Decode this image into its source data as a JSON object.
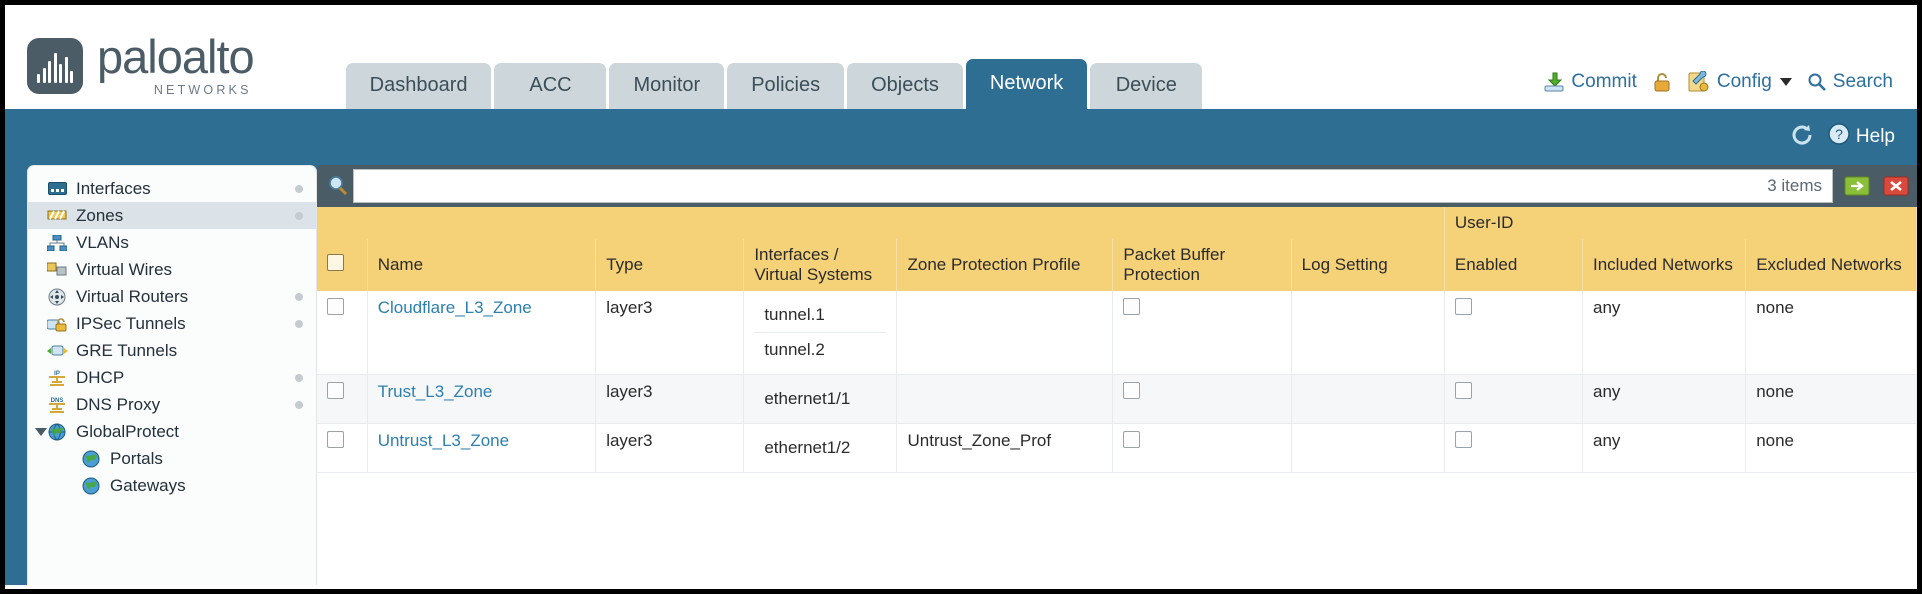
{
  "brand": {
    "name": "paloalto",
    "tagline": "NETWORKS",
    "registered": "®"
  },
  "tabs": [
    {
      "label": "Dashboard",
      "active": false
    },
    {
      "label": "ACC",
      "active": false
    },
    {
      "label": "Monitor",
      "active": false
    },
    {
      "label": "Policies",
      "active": false
    },
    {
      "label": "Objects",
      "active": false
    },
    {
      "label": "Network",
      "active": true
    },
    {
      "label": "Device",
      "active": false
    }
  ],
  "top_actions": [
    {
      "label": "Commit",
      "icon": "commit-icon"
    },
    {
      "label": "",
      "icon": "lock-icon"
    },
    {
      "label": "Config",
      "icon": "config-icon",
      "has_caret": true
    },
    {
      "label": "Search",
      "icon": "search-icon"
    }
  ],
  "blueband": {
    "refresh_icon": "refresh-icon",
    "help_label": "Help",
    "help_icon": "help-icon"
  },
  "sidebar": {
    "items": [
      {
        "label": "Interfaces",
        "icon": "interfaces-icon",
        "selected": false,
        "dot": true,
        "child": false
      },
      {
        "label": "Zones",
        "icon": "zones-icon",
        "selected": true,
        "dot": true,
        "child": false
      },
      {
        "label": "VLANs",
        "icon": "vlans-icon",
        "selected": false,
        "dot": false,
        "child": false
      },
      {
        "label": "Virtual Wires",
        "icon": "virtual-wires-icon",
        "selected": false,
        "dot": false,
        "child": false
      },
      {
        "label": "Virtual Routers",
        "icon": "virtual-routers-icon",
        "selected": false,
        "dot": true,
        "child": false
      },
      {
        "label": "IPSec Tunnels",
        "icon": "ipsec-tunnels-icon",
        "selected": false,
        "dot": true,
        "child": false
      },
      {
        "label": "GRE Tunnels",
        "icon": "gre-tunnels-icon",
        "selected": false,
        "dot": false,
        "child": false
      },
      {
        "label": "DHCP",
        "icon": "dhcp-icon",
        "selected": false,
        "dot": true,
        "child": false
      },
      {
        "label": "DNS Proxy",
        "icon": "dns-proxy-icon",
        "selected": false,
        "dot": true,
        "child": false
      },
      {
        "label": "GlobalProtect",
        "icon": "globalprotect-icon",
        "selected": false,
        "dot": false,
        "child": false,
        "expander": true
      },
      {
        "label": "Portals",
        "icon": "portals-icon",
        "selected": false,
        "dot": false,
        "child": true
      },
      {
        "label": "Gateways",
        "icon": "gateways-icon",
        "selected": false,
        "dot": false,
        "child": true
      }
    ]
  },
  "search": {
    "value": "",
    "placeholder": "",
    "item_count": "3 items",
    "icon": "search-magnifier-icon",
    "apply_icon": "apply-arrow-icon",
    "clear_icon": "clear-x-icon"
  },
  "table": {
    "group_header": {
      "label": "User-ID",
      "span": 3
    },
    "columns": [
      {
        "key": "checkbox",
        "label": ""
      },
      {
        "key": "name",
        "label": "Name"
      },
      {
        "key": "type",
        "label": "Type"
      },
      {
        "key": "interfaces",
        "label": "Interfaces / Virtual Systems"
      },
      {
        "key": "zone_protection",
        "label": "Zone Protection Profile"
      },
      {
        "key": "packet_buffer",
        "label": "Packet Buffer Protection"
      },
      {
        "key": "log_setting",
        "label": "Log Setting"
      },
      {
        "key": "userid_enabled",
        "label": "Enabled"
      },
      {
        "key": "included",
        "label": "Included Networks"
      },
      {
        "key": "excluded",
        "label": "Excluded Networks"
      }
    ],
    "rows": [
      {
        "name": "Cloudflare_L3_Zone",
        "type": "layer3",
        "interfaces": [
          "tunnel.1",
          "tunnel.2"
        ],
        "zone_protection": "",
        "packet_buffer_checked": false,
        "log_setting": "",
        "userid_enabled_checked": false,
        "included": "any",
        "excluded": "none"
      },
      {
        "name": "Trust_L3_Zone",
        "type": "layer3",
        "interfaces": [
          "ethernet1/1"
        ],
        "zone_protection": "",
        "packet_buffer_checked": false,
        "log_setting": "",
        "userid_enabled_checked": false,
        "included": "any",
        "excluded": "none"
      },
      {
        "name": "Untrust_L3_Zone",
        "type": "layer3",
        "interfaces": [
          "ethernet1/2"
        ],
        "zone_protection": "Untrust_Zone_Prof",
        "packet_buffer_checked": false,
        "log_setting": "",
        "userid_enabled_checked": false,
        "included": "any",
        "excluded": "none"
      }
    ]
  },
  "colors": {
    "brand_slate": "#4b5c66",
    "tab_active": "#2e6e92",
    "tab_inactive": "#ccd6db",
    "table_header": "#f5d278",
    "group_header": "#ddaa35",
    "link": "#2d7fb0",
    "toolbar_dark": "#4a5c66"
  }
}
